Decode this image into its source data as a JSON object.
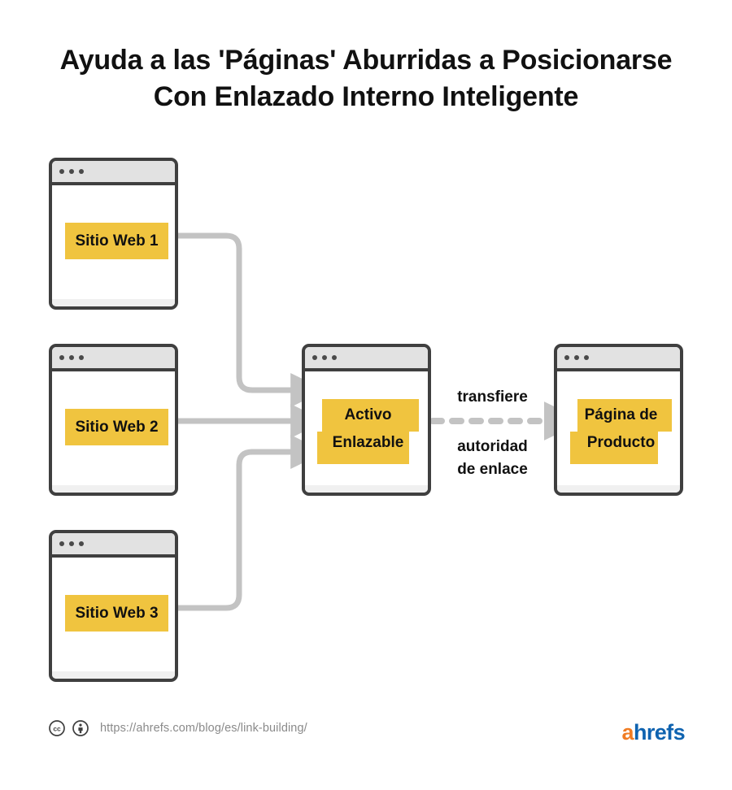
{
  "title": "Ayuda a las 'Páginas' Aburridas a Posicionarse\nCon Enlazado Interno Inteligente",
  "colors": {
    "highlight": "#f0c43f",
    "card_border": "#3f3f3f",
    "title_bar": "#e2e2e2",
    "connector": "#c3c3c3",
    "text": "#111111",
    "url_text": "#8a8a8a",
    "logo_orange": "#f07c23",
    "logo_blue": "#0f63b0",
    "background": "#ffffff"
  },
  "sources": [
    {
      "label": "Sitio Web 1"
    },
    {
      "label": "Sitio Web 2"
    },
    {
      "label": "Sitio Web 3"
    }
  ],
  "hub": {
    "line1": "Activo",
    "line2": "Enlazable"
  },
  "target": {
    "line1": "Página de",
    "line2": "Producto"
  },
  "transfer": {
    "above": "transfiere",
    "below": "autoridad\nde enlace"
  },
  "footer": {
    "license_cc": "cc",
    "license_by": "by",
    "url": "https://ahrefs.com/blog/es/link-building/"
  },
  "logo": {
    "first": "a",
    "rest": "hrefs"
  }
}
